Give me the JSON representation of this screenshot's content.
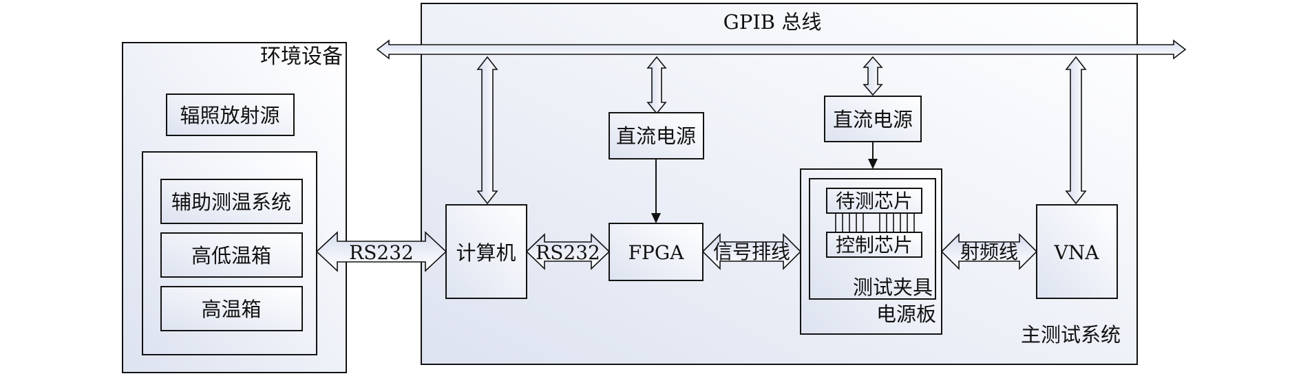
{
  "bus": {
    "label": "GPIB 总线"
  },
  "environment": {
    "title": "环境设备",
    "radiation_source": "辐照放射源",
    "aux_temp_system": "辅助测温系统",
    "high_low_temp_box": "高低温箱",
    "high_temp_box": "高温箱"
  },
  "main_system": {
    "title": "主测试系统",
    "computer": "计算机",
    "dc_power_1": "直流电源",
    "dc_power_2": "直流电源",
    "fpga": "FPGA",
    "power_board": "电源板",
    "test_fixture": "测试夹具",
    "chip_under_test": "待测芯片",
    "control_chip": "控制芯片",
    "vna": "VNA"
  },
  "links": {
    "rs232_env_computer": "RS232",
    "rs232_computer_fpga": "RS232",
    "signal_cable": "信号排线",
    "rf_cable": "射频线"
  },
  "colors": {
    "stroke": "#111111",
    "gradient_light": "#ffffff",
    "gradient_dark": "#d9e0ef"
  }
}
